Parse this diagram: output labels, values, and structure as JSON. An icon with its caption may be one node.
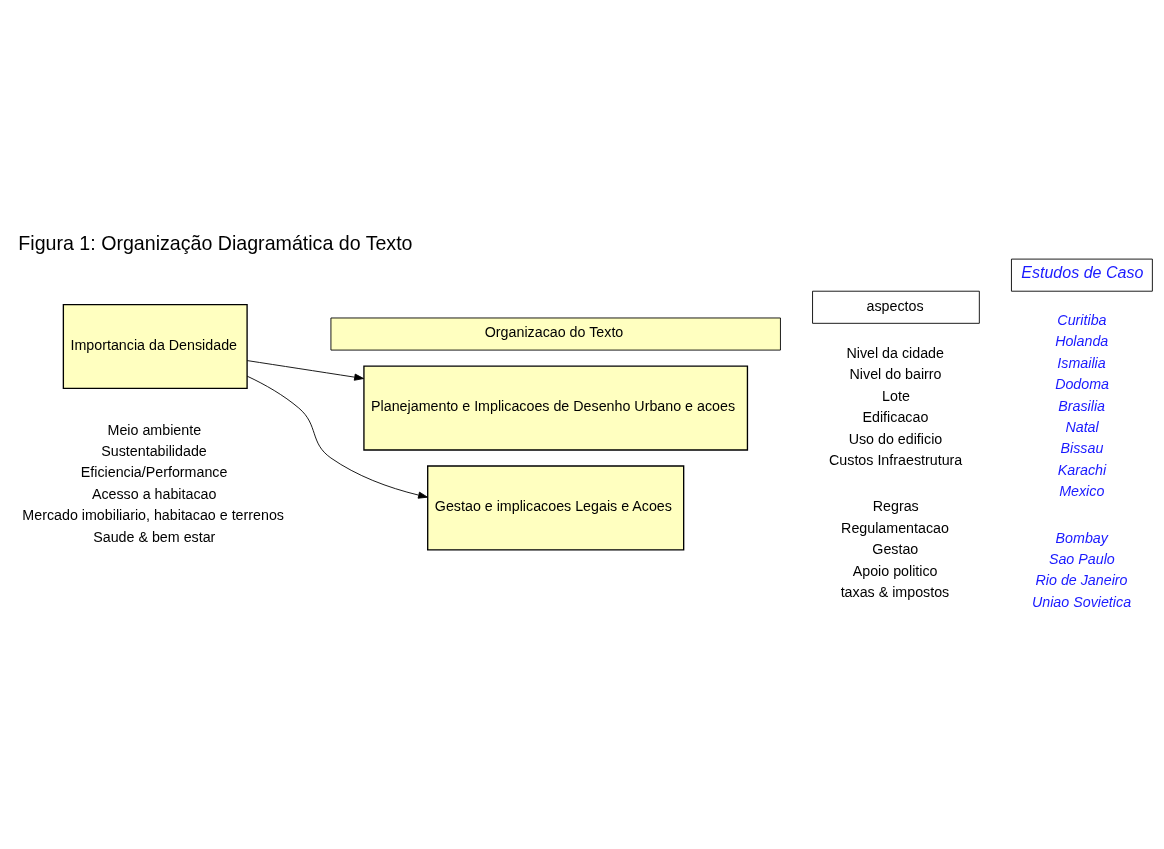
{
  "diagram": {
    "title": "Figura 1: Organização Diagramática do Texto",
    "nodes": [
      {
        "text": [
          "Organizacao do Texto"
        ]
      },
      {
        "text": [
          "aspectos"
        ]
      },
      {
        "text": [
          "Estudos de Caso"
        ]
      },
      {
        "text": [
          "Planejamento e Implicacoes de Desenho Urbano e acoes"
        ]
      },
      {
        "text": [
          "Importancia da Densidade"
        ]
      },
      {
        "text": [
          "Gestao e implicacoes Legais e Acoes"
        ]
      }
    ],
    "edges": [
      {
        "from": 4,
        "to": 3,
        "arrow": "to"
      },
      {
        "from": 4,
        "to": 5,
        "arrow": "to"
      }
    ],
    "labels": [
      "Nivel da cidade",
      "Nivel do bairro",
      "Lote",
      "Edificacao",
      "Uso do edificio",
      "Custos Infraestrutura",
      "Curitiba",
      "Holanda",
      "Ismailia",
      "Dodoma",
      "Brasilia",
      "Natal",
      "Bissau",
      "Karachi",
      "Mexico",
      "Meio ambiente",
      "Sustentabilidade",
      "Eficiencia/Performance",
      "Acesso a habitacao",
      "Mercado imobiliario, habitacao e terrenos",
      "Saude & bem estar",
      "Regras",
      "Regulamentacao",
      "Gestao",
      "Apoio politico",
      "taxas & impostos",
      "Bombay",
      "Sao Paulo",
      "Rio de Janeiro",
      "Uniao Sovietica"
    ]
  }
}
